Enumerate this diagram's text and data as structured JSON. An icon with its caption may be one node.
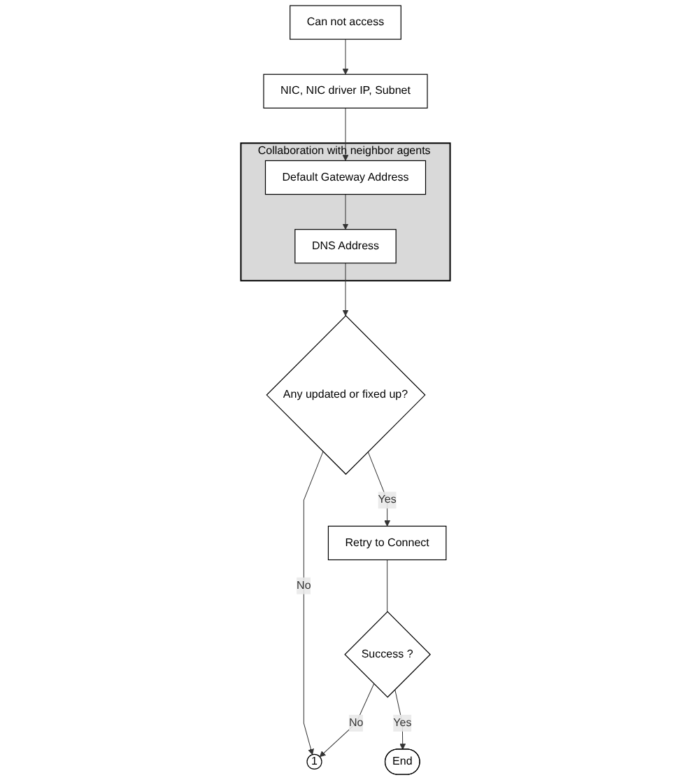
{
  "diagram": {
    "nodes": [
      {
        "text": [
          "Can not access"
        ]
      },
      {
        "text": [
          "NIC, NIC driver IP, Subnet"
        ]
      },
      {
        "text": [
          "Collaboration with neighbor agents"
        ]
      },
      {
        "text": [
          "Default Gateway Address"
        ],
        "in": 2
      },
      {
        "text": [
          "DNS Address"
        ],
        "in": 2
      },
      {
        "text": [
          "Any updated or fixed up?"
        ]
      },
      {
        "text": [
          "1"
        ]
      },
      {
        "text": [
          "Retry to Connect"
        ]
      },
      {
        "text": [
          "Success ?"
        ]
      },
      {
        "text": [
          "End"
        ]
      }
    ],
    "edges": [
      {
        "from": 0,
        "to": 1,
        "arrow": "to"
      },
      {
        "from": 1,
        "to": 3,
        "arrow": "to"
      },
      {
        "from": 3,
        "to": 4,
        "arrow": "to"
      },
      {
        "from": 4,
        "to": 5,
        "arrow": "to"
      },
      {
        "from": 5,
        "to": 6,
        "label": "No",
        "arrow": "to"
      },
      {
        "from": 5,
        "to": 7,
        "label": "Yes",
        "arrow": "to"
      },
      {
        "from": 7,
        "to": 8,
        "arrow": "none"
      },
      {
        "from": 8,
        "to": 6,
        "label": "No",
        "arrow": "to"
      },
      {
        "from": 8,
        "to": 9,
        "label": "Yes",
        "arrow": "to"
      }
    ]
  }
}
